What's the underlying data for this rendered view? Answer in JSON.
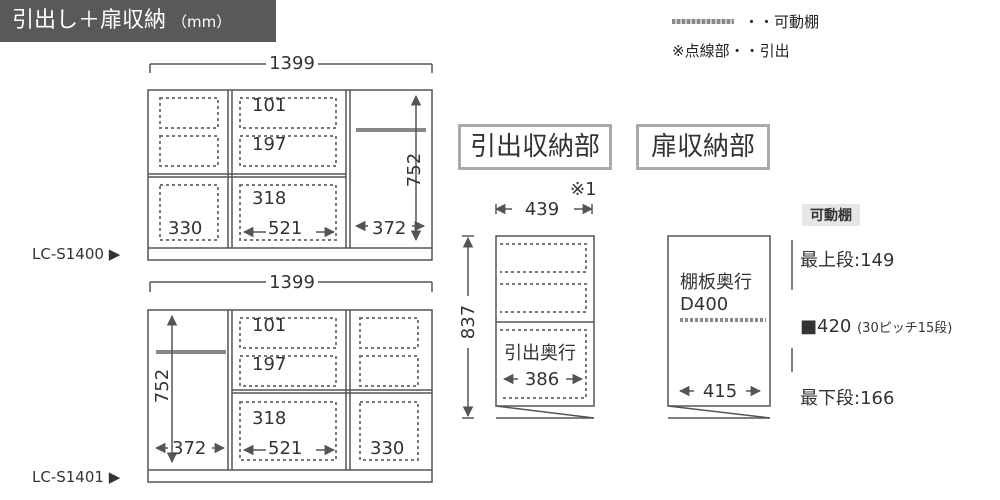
{
  "title": {
    "main": "引出し＋扉収納",
    "unit": "（mm）"
  },
  "legend": {
    "dash_label": "・・可動棚",
    "dotted_label": "※点線部・・引出"
  },
  "models": {
    "top": "LC-S1400 ▶",
    "bottom": "LC-S1401 ▶"
  },
  "dims": {
    "width": "1399",
    "d101": "101",
    "d197": "197",
    "d318": "318",
    "d521": "521",
    "d330": "330",
    "d372": "372",
    "d752": "752"
  },
  "side_drawer": {
    "heading": "引出収納部",
    "width": "439",
    "note": "※1",
    "height": "837",
    "inner_label": "引出奥行",
    "inner_value": "386"
  },
  "side_door": {
    "heading": "扉収納部",
    "inner_label_1": "棚板奥行",
    "inner_label_2": "D400",
    "width": "415"
  },
  "shelf": {
    "label": "可動棚",
    "top": "最上段:149",
    "pitch": "■420",
    "pitch_note": "(30ピッチ15段)",
    "bottom": "最下段:166"
  },
  "colors": {
    "badge": "#595959",
    "heading_border": "#aaaaaa",
    "line": "#555555"
  }
}
